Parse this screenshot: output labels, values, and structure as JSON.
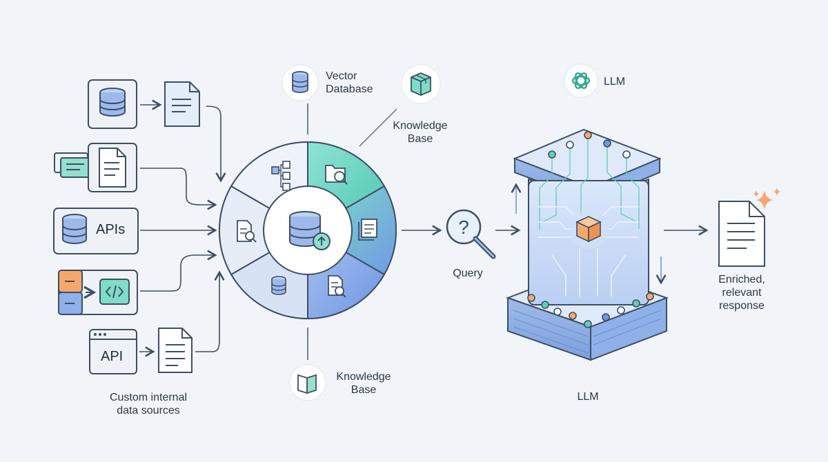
{
  "sources": {
    "caption_line1": "Custom internal",
    "caption_line2": "data sources",
    "apis_label": "APIs",
    "api_label": "API"
  },
  "vector_db": {
    "line1": "Vector",
    "line2": "Database"
  },
  "knowledge_base_top": {
    "line1": "Knowledge",
    "line2": "Base"
  },
  "knowledge_base_bottom": {
    "line1": "Knowledge",
    "line2": "Base"
  },
  "llm": {
    "top_label": "LLM",
    "bottom_label": "LLM"
  },
  "query": {
    "label": "Query"
  },
  "response": {
    "line1": "Enriched,",
    "line2": "relevant",
    "line3": "response"
  },
  "colors": {
    "accent_teal": "#5fd0b8",
    "accent_blue": "#6f95e0",
    "accent_orange": "#f5a86b",
    "stroke": "#3d4e63"
  }
}
